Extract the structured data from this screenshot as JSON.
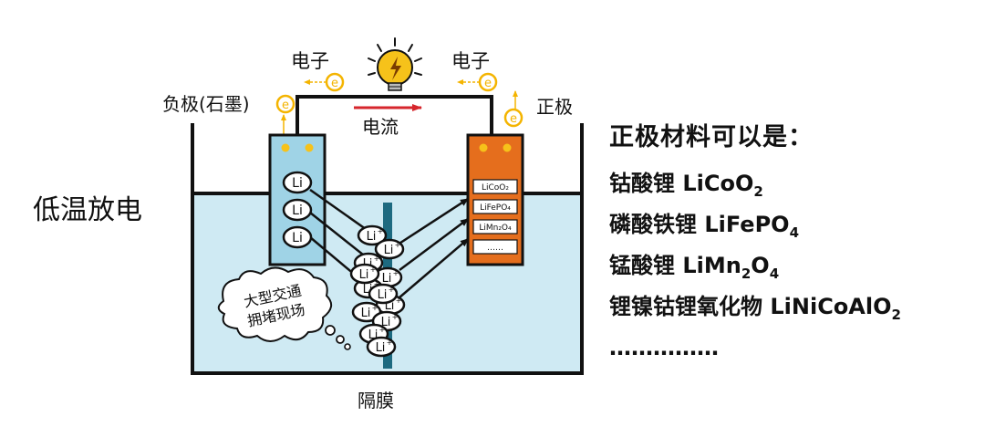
{
  "title": "低温放电",
  "labels": {
    "negative": "负极(石墨)",
    "positive": "正极",
    "electron_left": "电子",
    "electron_right": "电子",
    "current": "电流",
    "separator": "隔膜",
    "electron_symbol": "e",
    "lithium": "Li",
    "lithium_ion": "Li",
    "ion_sup": "+"
  },
  "cathode_box": [
    "LiCoO₂",
    "LiFePO₄",
    "LiMn₂O₄",
    "……"
  ],
  "thought_bubble": [
    "大型交通",
    "拥堵现场"
  ],
  "materials": {
    "heading": "正极材料可以是：",
    "items": [
      {
        "name": "钴酸锂",
        "formula": [
          "LiCoO",
          "2",
          ""
        ]
      },
      {
        "name": "磷酸铁锂",
        "formula": [
          "LiFePO",
          "4",
          ""
        ]
      },
      {
        "name": "锰酸锂",
        "formula": [
          "LiMn",
          "2",
          "O",
          "4"
        ]
      },
      {
        "name": "锂镍钴锂氧化物",
        "formula": [
          "LiNiCoAlO",
          "2",
          ""
        ]
      }
    ],
    "more": "……………"
  },
  "colors": {
    "electrolyte": "#cfeaf3",
    "anode": "#9fd3e6",
    "cathode": "#e56e1d",
    "separator": "#1d6a80",
    "electron": "#f4b400",
    "current_arrow": "#d6262c",
    "bulb": "#f6c21a"
  }
}
